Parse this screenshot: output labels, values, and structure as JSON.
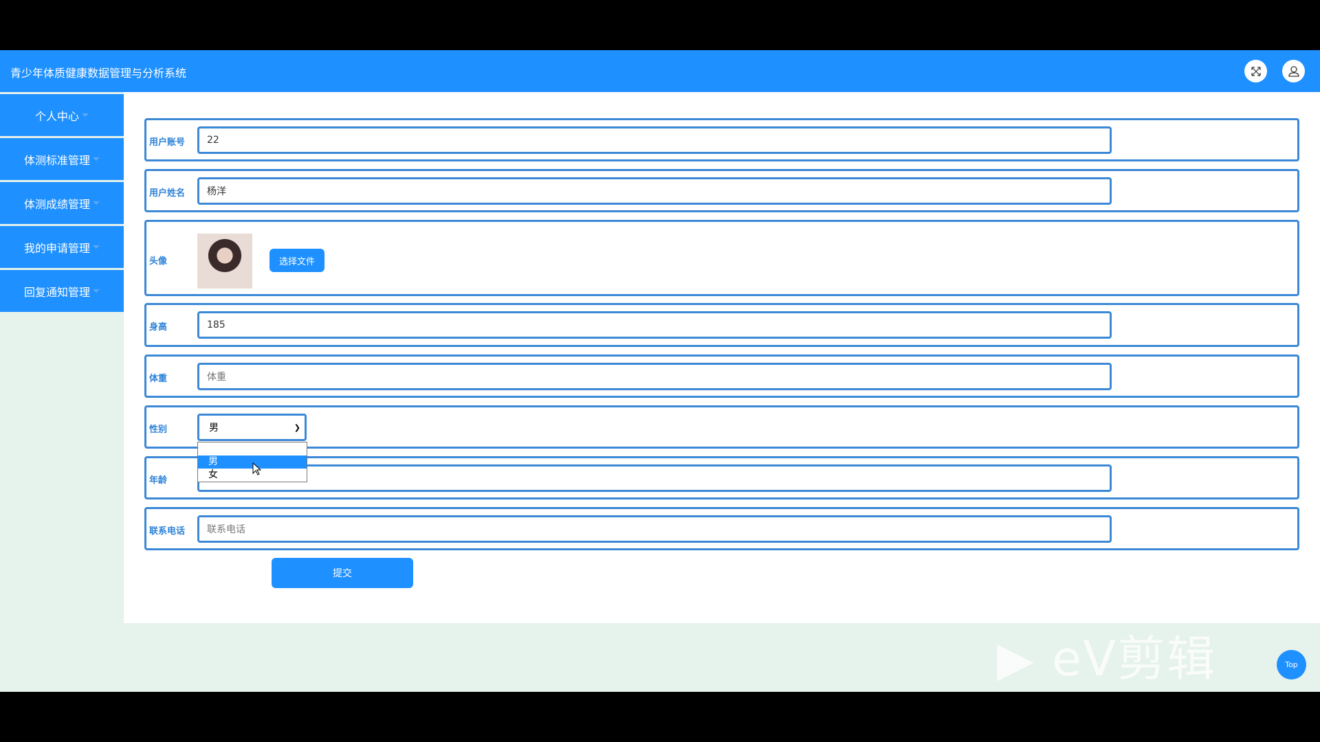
{
  "header": {
    "title": "青少年体质健康数据管理与分析系统"
  },
  "sidebar": {
    "items": [
      {
        "label": "个人中心"
      },
      {
        "label": "体测标准管理"
      },
      {
        "label": "体测成绩管理"
      },
      {
        "label": "我的申请管理"
      },
      {
        "label": "回复通知管理"
      }
    ]
  },
  "form": {
    "account": {
      "label": "用户账号",
      "value": "22"
    },
    "name": {
      "label": "用户姓名",
      "value": "杨洋"
    },
    "avatar": {
      "label": "头像",
      "button": "选择文件"
    },
    "height": {
      "label": "身高",
      "value": "185"
    },
    "weight": {
      "label": "体重",
      "placeholder": "体重"
    },
    "gender": {
      "label": "性别",
      "value": "男",
      "options": [
        "",
        "男",
        "女"
      ]
    },
    "age": {
      "label": "年龄"
    },
    "phone": {
      "label": "联系电话",
      "placeholder": "联系电话"
    },
    "submit": "提交"
  },
  "top_button": "Top",
  "watermark": "eV剪辑",
  "colors": {
    "primary": "#1e90ff",
    "border": "#3a88d6",
    "background": "#e6f2ec"
  }
}
